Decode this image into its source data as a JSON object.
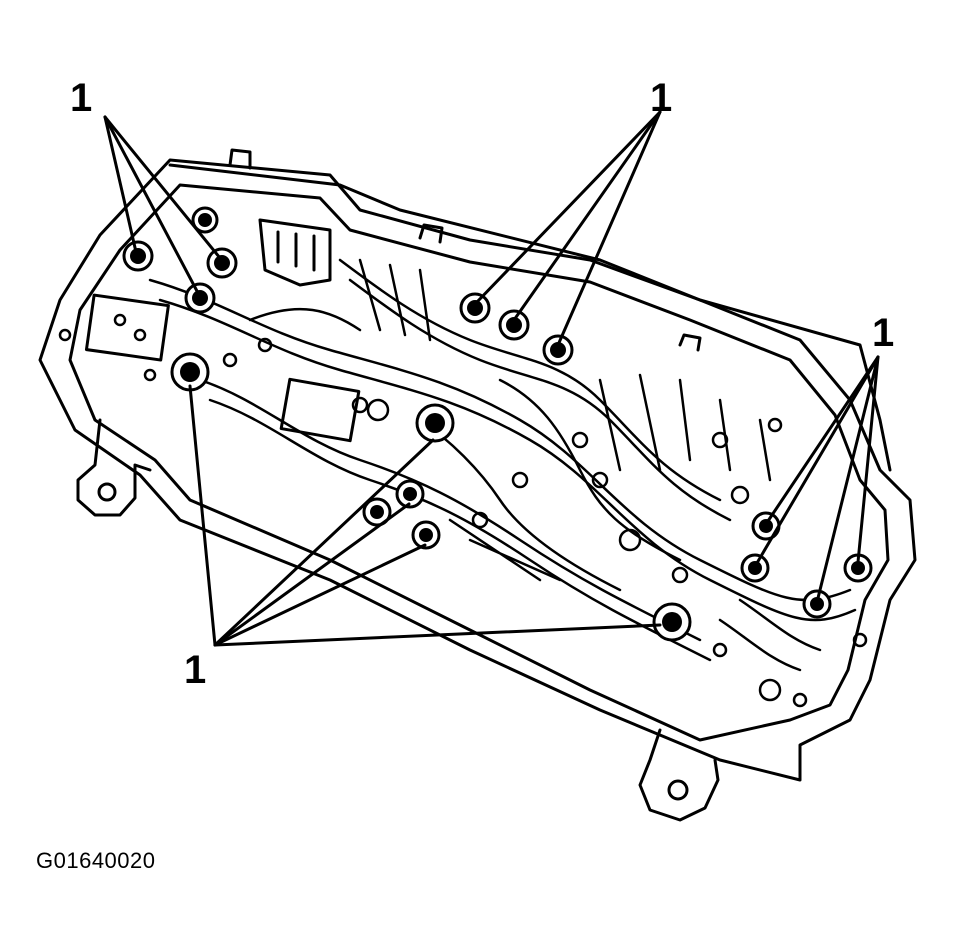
{
  "figure_id": "G01640020",
  "callouts": [
    {
      "id": "top-left",
      "label": "1"
    },
    {
      "id": "top-center",
      "label": "1"
    },
    {
      "id": "right",
      "label": "1"
    },
    {
      "id": "bottom",
      "label": "1"
    }
  ],
  "colors": {
    "line": "#000000",
    "background": "#ffffff"
  }
}
